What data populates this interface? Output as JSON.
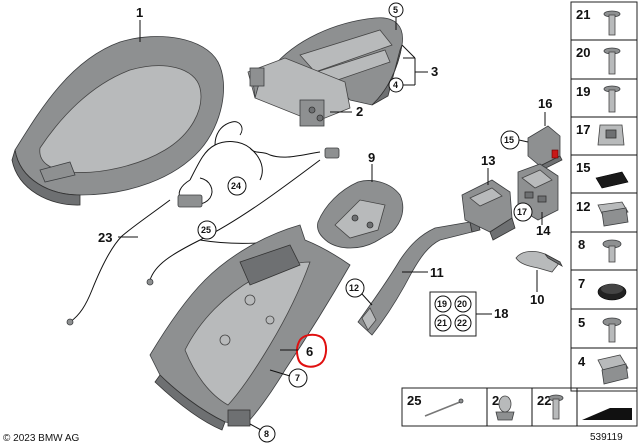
{
  "callouts": {
    "c1": "1",
    "c2": "2",
    "c3": "3",
    "c4": "4",
    "c5": "5",
    "c6": "6",
    "c7": "7",
    "c8": "8",
    "c9": "9",
    "c10": "10",
    "c11": "11",
    "c12": "12",
    "c13": "13",
    "c14": "14",
    "c15": "15",
    "c16": "16",
    "c17": "17",
    "c18": "18",
    "c23": "23",
    "c24": "24",
    "c25": "25"
  },
  "set18": [
    "19",
    "20",
    "21",
    "22"
  ],
  "sidebar": [
    "21",
    "20",
    "19",
    "17",
    "15",
    "12",
    "8",
    "7",
    "5",
    "4"
  ],
  "bottom_row": [
    "25",
    "24",
    "22"
  ],
  "footer": {
    "copyright": "© 2023 BMW AG",
    "diagram_number": "539119"
  },
  "colors": {
    "highlight": "#e01010",
    "part": "#8e9091"
  }
}
